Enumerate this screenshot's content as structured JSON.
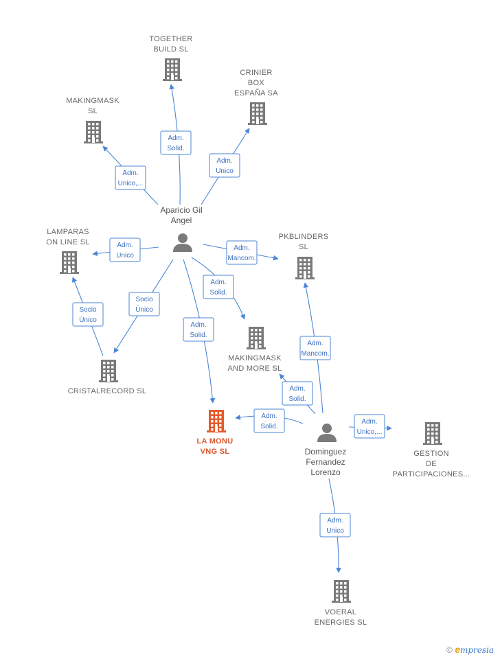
{
  "colors": {
    "edge": "#4a86d6",
    "building": "#7a7a7a",
    "main_building": "#e55b2c",
    "person": "#7a7a7a"
  },
  "companies": [
    {
      "id": "together",
      "lines": [
        "TOGETHER",
        "BUILD  SL"
      ]
    },
    {
      "id": "crinier",
      "lines": [
        "CRINIER",
        "BOX",
        "ESPAÑA SA"
      ]
    },
    {
      "id": "makingmask",
      "lines": [
        "MAKINGMASK",
        "SL"
      ]
    },
    {
      "id": "lamparas",
      "lines": [
        "LAMPARAS",
        "ON LINE  SL"
      ]
    },
    {
      "id": "pkblinders",
      "lines": [
        "PKBLINDERS",
        "SL"
      ]
    },
    {
      "id": "makingmask_more",
      "lines": [
        "MAKINGMASK",
        "AND MORE  SL"
      ]
    },
    {
      "id": "cristalrecord",
      "lines": [
        "CRISTALRECORD SL"
      ]
    },
    {
      "id": "lamonu",
      "lines": [
        "LA MONU",
        "VNG  SL"
      ],
      "main": true
    },
    {
      "id": "gestion",
      "lines": [
        "GESTION",
        "DE",
        "PARTICIPACIONES..."
      ]
    },
    {
      "id": "voeral",
      "lines": [
        "VOERAL",
        "ENERGIES  SL"
      ]
    }
  ],
  "people": [
    {
      "id": "aparicio",
      "lines": [
        "Aparicio Gil",
        "Angel"
      ]
    },
    {
      "id": "dominguez",
      "lines": [
        "Dominguez",
        "Fernandez",
        "Lorenzo"
      ]
    }
  ],
  "edges": [
    {
      "from": "aparicio",
      "to": "together",
      "label": [
        "Adm.",
        "Solid."
      ]
    },
    {
      "from": "aparicio",
      "to": "crinier",
      "label": [
        "Adm.",
        "Unico"
      ]
    },
    {
      "from": "aparicio",
      "to": "makingmask",
      "label": [
        "Adm.",
        "Unico,..."
      ]
    },
    {
      "from": "aparicio",
      "to": "lamparas",
      "label": [
        "Adm.",
        "Unico"
      ]
    },
    {
      "from": "aparicio",
      "to": "pkblinders",
      "label": [
        "Adm.",
        "Mancom."
      ]
    },
    {
      "from": "aparicio",
      "to": "makingmask_more",
      "label": [
        "Adm.",
        "Solid."
      ]
    },
    {
      "from": "aparicio",
      "to": "cristalrecord",
      "label": [
        "Socio",
        "Único"
      ]
    },
    {
      "from": "aparicio",
      "to": "lamonu",
      "label": [
        "Adm.",
        "Solid."
      ]
    },
    {
      "from": "cristalrecord",
      "to": "lamparas",
      "label": [
        "Socio",
        "Único"
      ]
    },
    {
      "from": "dominguez",
      "to": "pkblinders",
      "label": [
        "Adm.",
        "Mancom."
      ]
    },
    {
      "from": "dominguez",
      "to": "makingmask_more",
      "label": [
        "Adm.",
        "Solid."
      ]
    },
    {
      "from": "dominguez",
      "to": "lamonu",
      "label": [
        "Adm.",
        "Solid."
      ]
    },
    {
      "from": "dominguez",
      "to": "gestion",
      "label": [
        "Adm.",
        "Unico,..."
      ]
    },
    {
      "from": "dominguez",
      "to": "voeral",
      "label": [
        "Adm.",
        "Unico"
      ]
    }
  ],
  "brand": {
    "copyright": "©",
    "e": "e",
    "rest": "mpresia"
  }
}
